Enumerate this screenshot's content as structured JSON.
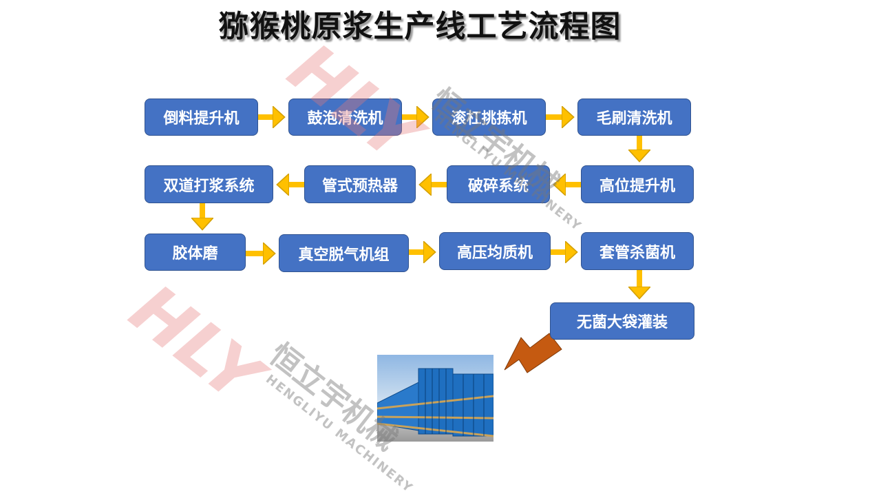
{
  "title": "猕猴桃原浆生产线工艺流程图",
  "steps": {
    "s1": "倒料提升机",
    "s2": "鼓泡清洗机",
    "s3": "滚杠挑拣机",
    "s4": "毛刷清洗机",
    "s5": "高位提升机",
    "s6": "破碎系统",
    "s7": "管式预热器",
    "s8": "双道打浆系统",
    "s9": "胶体磨",
    "s10": "真空脱气机组",
    "s11": "高压均质机",
    "s12": "套管杀菌机",
    "s13": "无菌大袋灌装"
  },
  "colors": {
    "box": "#4472c4",
    "arrow": "#ffc000",
    "final_arrow": "#c55a11"
  },
  "watermark": {
    "logo": "HLY",
    "cn": "恒立宇机械",
    "en": "HENGLIYU MACHINERY"
  },
  "image": "blue-drums-photo"
}
